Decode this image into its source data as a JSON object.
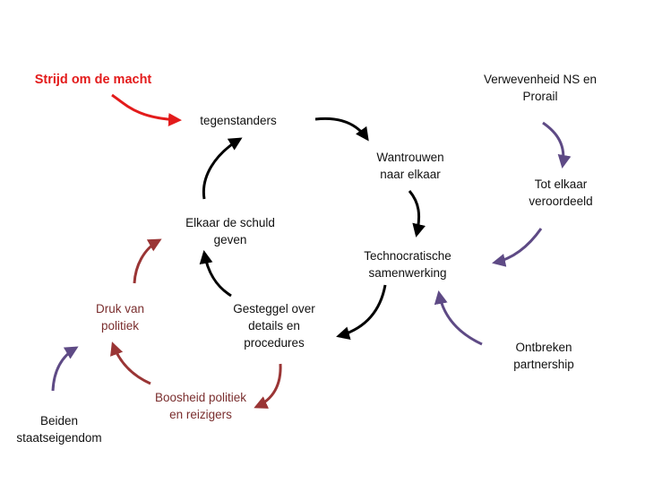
{
  "colors": {
    "title": "#e31b1b",
    "black_cycle": "#000000",
    "purple": "#5e4a85",
    "brown": "#9a3535",
    "red_arrow": "#e31b1b",
    "brown_text": "#7a2e2e"
  },
  "nodes": {
    "title": [
      "Strijd om de macht"
    ],
    "tegenstanders": [
      "tegenstanders"
    ],
    "wantrouwen": [
      "Wantrouwen",
      "naar elkaar"
    ],
    "technocratische": [
      "Technocratische",
      "samenwerking"
    ],
    "gesteggel": [
      "Gesteggel over",
      "details en",
      "procedures"
    ],
    "elkaar_schuld": [
      "Elkaar de schuld",
      "geven"
    ],
    "verwevenheid": [
      "Verwevenheid NS en",
      "Prorail"
    ],
    "tot_elkaar": [
      "Tot elkaar",
      "veroordeeld"
    ],
    "ontbreken": [
      "Ontbreken",
      "partnership"
    ],
    "druk_van_politiek": [
      "Druk van",
      "politiek"
    ],
    "boosheid": [
      "Boosheid politiek",
      "en reizigers"
    ],
    "beiden": [
      "Beiden",
      "staatseigendom"
    ]
  }
}
